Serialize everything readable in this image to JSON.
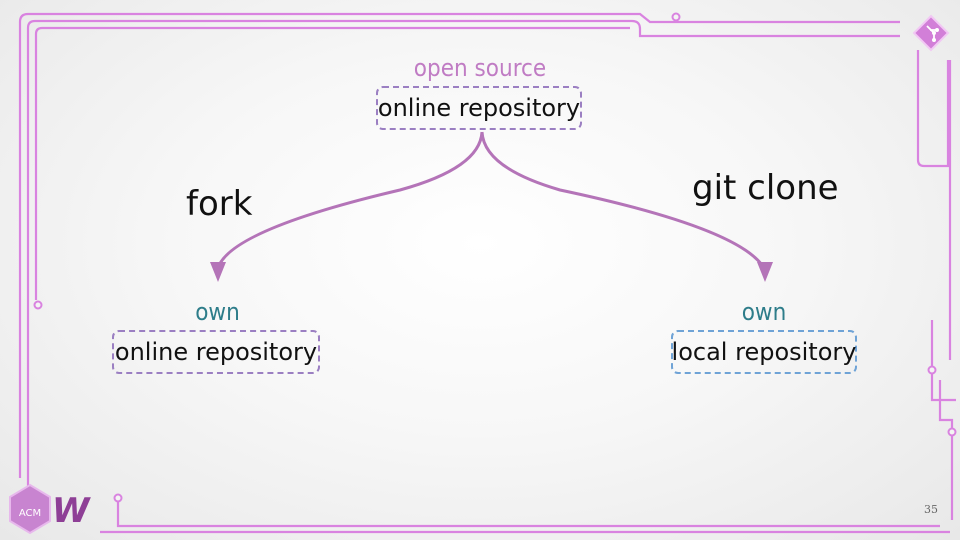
{
  "slide": {
    "top": {
      "tag": "open source",
      "box": "online repository"
    },
    "left": {
      "tag": "own",
      "box": "online repository"
    },
    "right": {
      "tag": "own",
      "box": "local repository"
    },
    "left_command": "fork",
    "right_command": "git clone",
    "page_number": "35"
  },
  "logos": {
    "acm_text": "ACM",
    "acm_subtext": "W"
  },
  "colors": {
    "frame": "#d983e0",
    "arrow": "#b474b8",
    "tag_purple": "#c07cc4",
    "tag_teal": "#2e7d8a"
  },
  "icons": [
    "git-icon",
    "acm-logo",
    "w-logo"
  ]
}
